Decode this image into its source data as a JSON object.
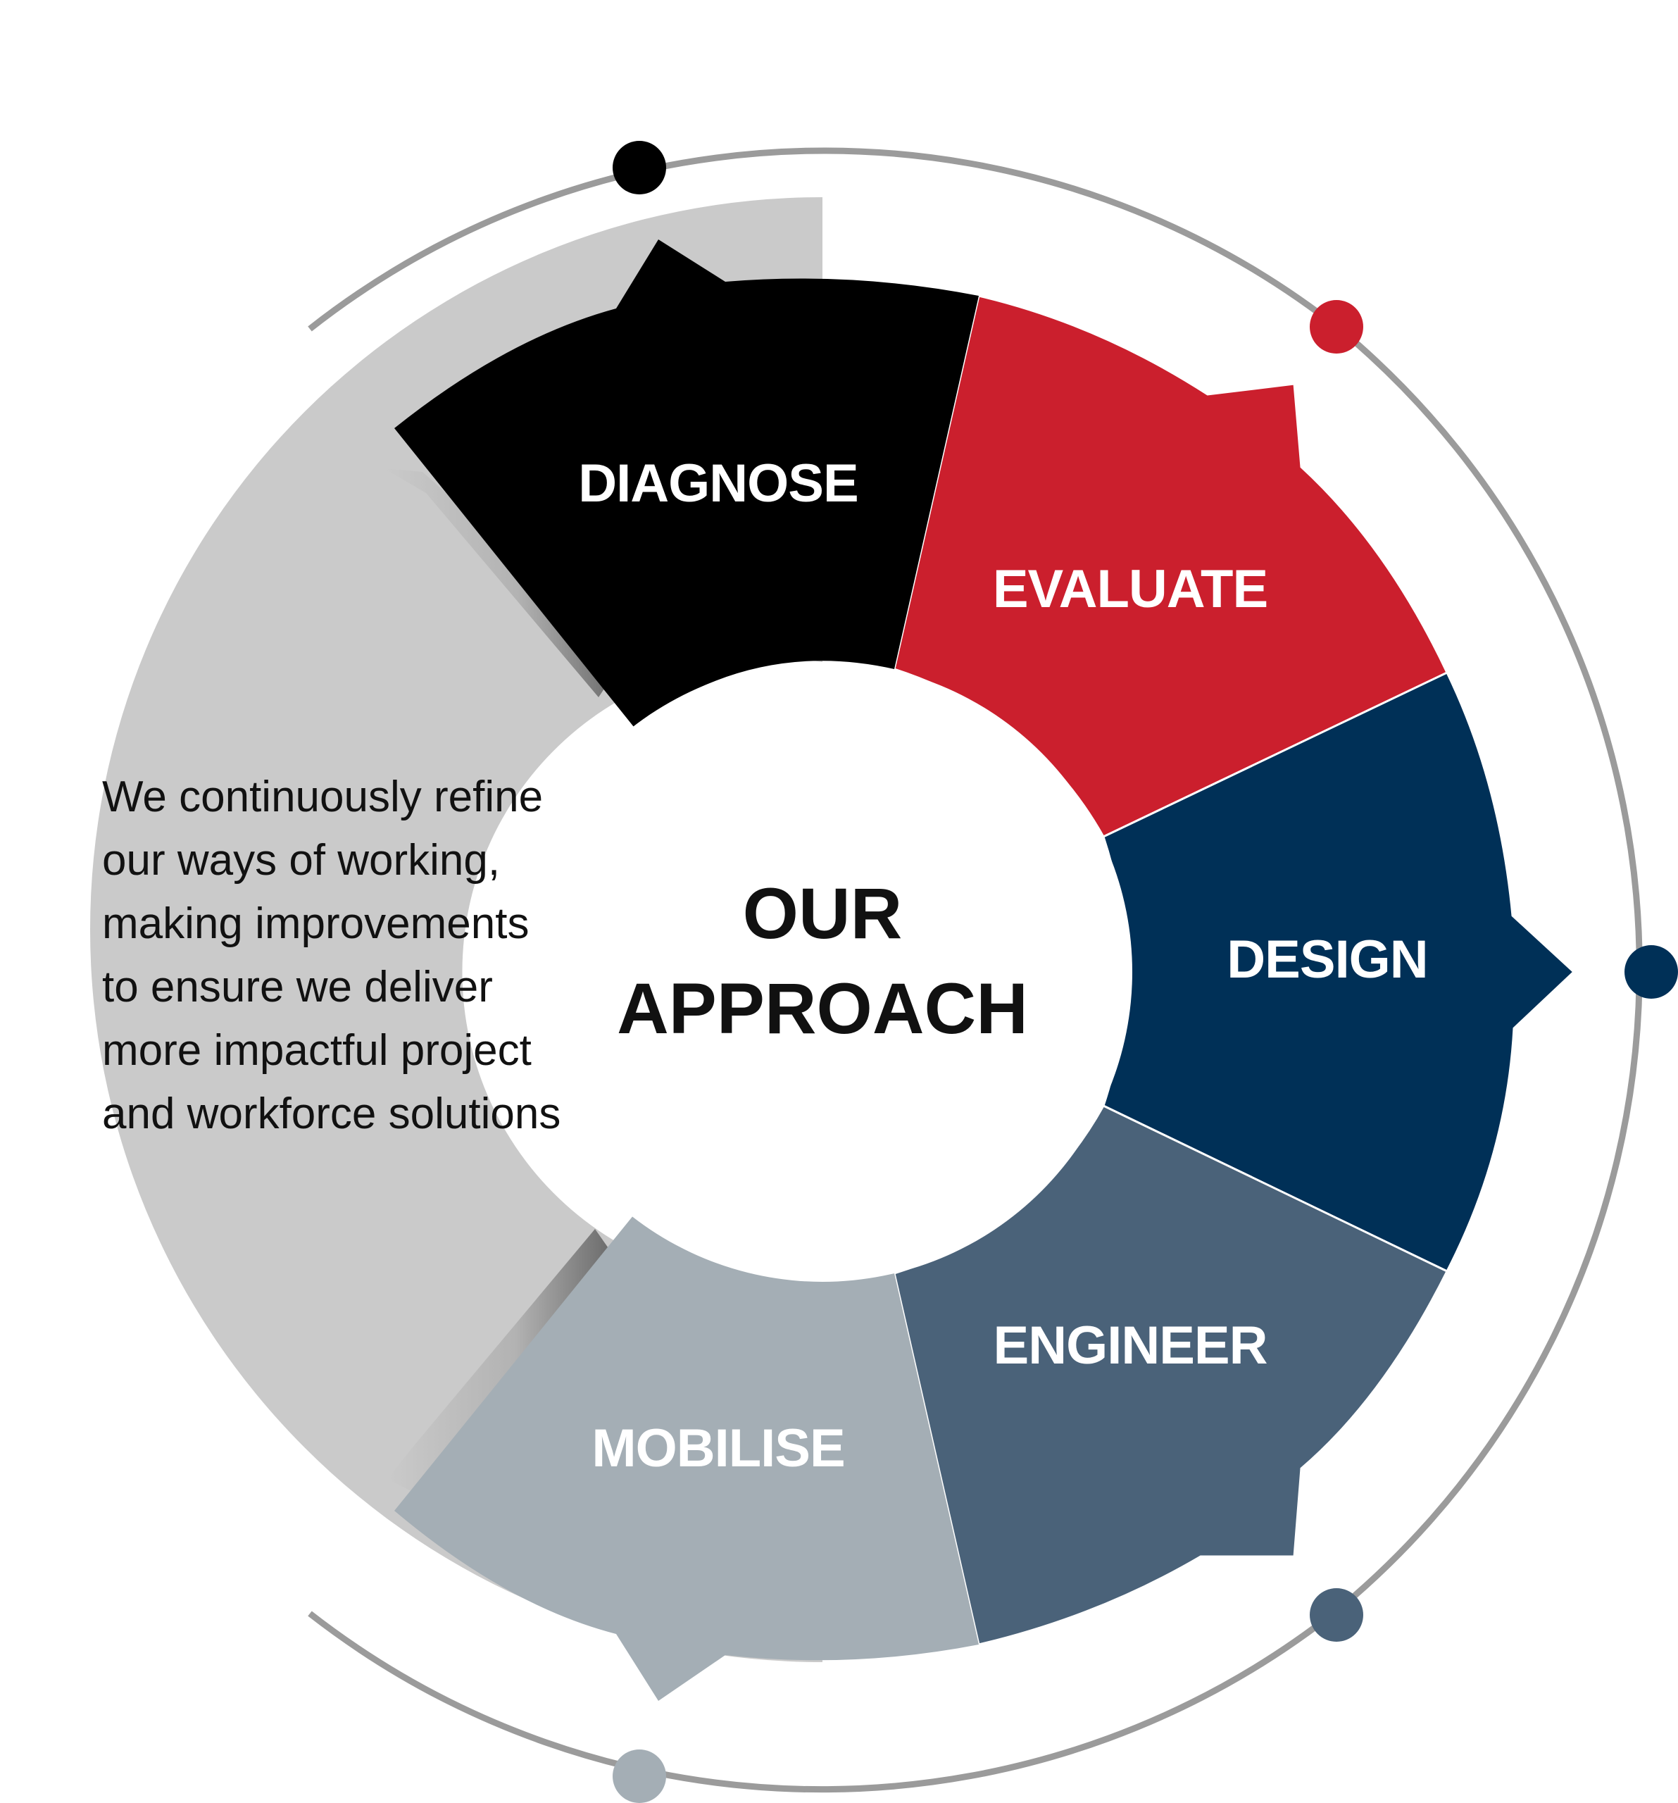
{
  "center": {
    "line1": "OUR",
    "line2": "APPROACH"
  },
  "description": [
    "We continuously refine",
    "our ways of working,",
    "making improvements",
    "to ensure we deliver",
    "more impactful project",
    "and workforce solutions"
  ],
  "segments": [
    {
      "key": "diagnose",
      "label": "DIAGNOSE",
      "color": "#000000"
    },
    {
      "key": "evaluate",
      "label": "EVALUATE",
      "color": "#CB1F2D"
    },
    {
      "key": "design",
      "label": "DESIGN",
      "color": "#003057"
    },
    {
      "key": "engineer",
      "label": "ENGINEER",
      "color": "#4A6279"
    },
    {
      "key": "mobilise",
      "label": "MOBILISE",
      "color": "#A4AEB5"
    }
  ],
  "colors": {
    "ring_background": "#CACACA",
    "outer_arc": "#9B9B9B",
    "dot_diagnose": "#000000",
    "dot_evaluate": "#CB1F2D",
    "dot_design": "#003057",
    "dot_engineer": "#4A6279",
    "dot_mobilise": "#A4AEB5"
  }
}
